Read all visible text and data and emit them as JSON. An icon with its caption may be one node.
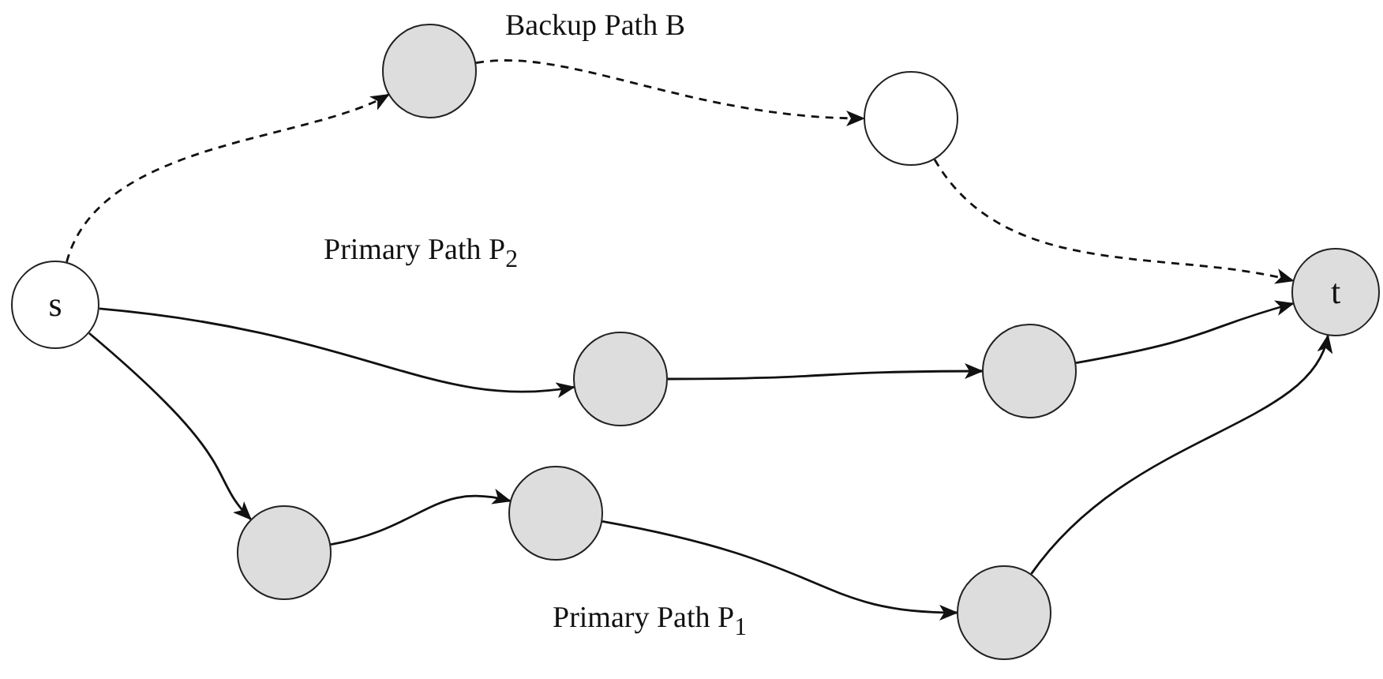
{
  "diagram": {
    "nodes": [
      {
        "text": [
          "s"
        ]
      },
      {
        "text": [],
        "shape": "circle"
      },
      {
        "text": [],
        "shape": "circle"
      },
      {
        "text": [
          "t"
        ]
      },
      {
        "text": [],
        "shape": "circle"
      },
      {
        "text": [],
        "shape": "circle"
      },
      {
        "text": [],
        "shape": "circle"
      },
      {
        "text": [],
        "shape": "circle"
      },
      {
        "text": [],
        "shape": "circle"
      }
    ],
    "edges": [
      {
        "from": 0,
        "to": 1,
        "arrow": "to",
        "style": "dashed"
      },
      {
        "from": 1,
        "to": 2,
        "arrow": "to",
        "style": "dashed"
      },
      {
        "from": 2,
        "to": 3,
        "arrow": "to",
        "style": "dashed"
      },
      {
        "from": 0,
        "to": 4,
        "arrow": "to"
      },
      {
        "from": 4,
        "to": 5,
        "arrow": "to"
      },
      {
        "from": 5,
        "to": 3,
        "arrow": "to"
      },
      {
        "from": 0,
        "to": 6,
        "arrow": "to"
      },
      {
        "from": 6,
        "to": 7,
        "arrow": "to"
      },
      {
        "from": 7,
        "to": 8,
        "arrow": "to"
      },
      {
        "from": 8,
        "to": 3,
        "arrow": "to"
      }
    ],
    "labels": [
      "Backup Path B",
      "Primary Path P$_{2}$",
      "Primary Path P$_{1}$"
    ]
  }
}
